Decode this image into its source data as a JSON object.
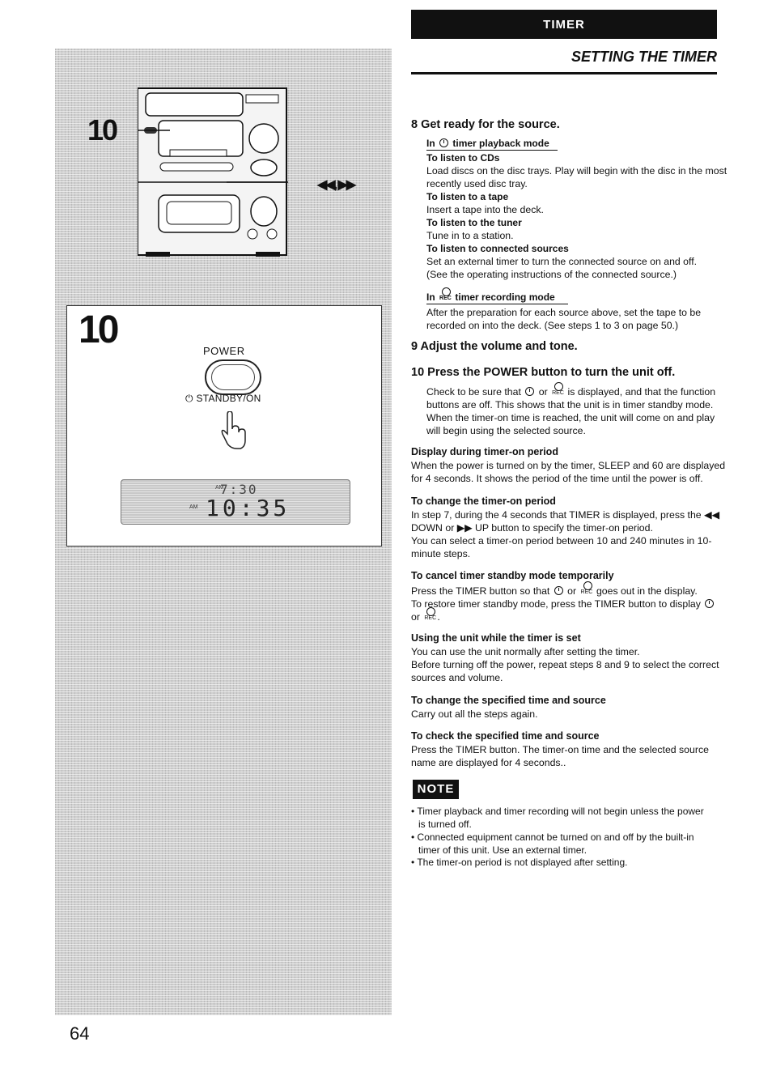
{
  "header": {
    "bar_label": "TIMER",
    "section_title": "SETTING THE TIMER"
  },
  "figure": {
    "step_callout": "10",
    "arrow_label": "◀◀, ▶▶",
    "panel_step": "10",
    "power_label": "POWER",
    "standby_label": "STANDBY/ON",
    "display_top": "7:30",
    "display_main": "10:35",
    "display_am": "AM"
  },
  "step8": {
    "title": "8  Get ready for the source.",
    "playback_in": "In",
    "playback_mode": "timer playback mode",
    "cds_head": "To listen to CDs",
    "cds_l1": "Load discs on the disc trays. Play will begin with the disc in the most",
    "cds_l2": "recently used disc tray.",
    "tape_head": "To listen to a tape",
    "tape_l1": "Insert a tape into the deck.",
    "tuner_head": "To listen to the tuner",
    "tuner_l1": "Tune in to a station.",
    "conn_head": "To listen to connected sources",
    "conn_l1": "Set an external timer to turn the connected source on and off.",
    "conn_l2": "(See the operating instructions of the connected source.)",
    "rec_in": "In",
    "rec_label": "REC",
    "rec_mode": "timer recording mode",
    "rec_l1": "After the preparation for each source above, set the tape to be",
    "rec_l2": "recorded on into the deck. (See steps 1 to 3 on page 50.)"
  },
  "step9": {
    "title": "9  Adjust the volume and tone."
  },
  "step10": {
    "title": "10 Press the POWER button to turn the unit off.",
    "l1a": "Check to be sure that",
    "l1b": "or",
    "l1c": "is displayed, and that the function",
    "rec_label": "REC",
    "l2": "buttons are off. This shows that the unit is in timer standby mode.",
    "l3": "When the timer-on time is reached, the unit will come on and play",
    "l4": "will begin using the selected source."
  },
  "display_period": {
    "title": "Display during timer-on period",
    "l1": "When the power is turned on by the timer, SLEEP and 60 are displayed",
    "l2": "for 4 seconds.  It shows the period of the time until the power is off."
  },
  "change_period": {
    "title": "To change the timer-on period",
    "l1": "In step 7, during the 4 seconds that TIMER is displayed, press the ◀◀",
    "l2": "DOWN or ▶▶ UP button to specify the timer-on period.",
    "l3": "You can select a timer-on period between 10 and 240 minutes in 10-",
    "l4": "minute steps."
  },
  "cancel_standby": {
    "title": "To cancel timer standby mode temporarily",
    "l1a": "Press the TIMER button so that",
    "l1b": "or",
    "l1c": "goes out in the display.",
    "l2": "To restore timer standby mode, press the TIMER button to display",
    "l3": "or",
    "rec_label": "REC"
  },
  "using_unit": {
    "title": "Using the unit while the timer is set",
    "l1": "You can use the unit normally after setting the timer.",
    "l2": "Before turning off the power, repeat steps 8 and 9 to select the correct",
    "l3": "sources and volume."
  },
  "change_specified": {
    "title": "To change the specified time and source",
    "l1": "Carry out all the steps again."
  },
  "check_specified": {
    "title": "To check the specified time and source",
    "l1": "Press the TIMER button.  The timer-on time and the selected source",
    "l2": "name are displayed for 4 seconds.."
  },
  "note": {
    "badge": "NOTE",
    "b1_l1": "Timer playback and timer recording will not begin unless the power",
    "b1_l2": "is turned off.",
    "b2_l1": "Connected equipment cannot be turned on and off by the built-in",
    "b2_l2": "timer of this unit.  Use an external timer.",
    "b3_l1": "The timer-on period is not displayed after setting."
  },
  "page_number": "64"
}
